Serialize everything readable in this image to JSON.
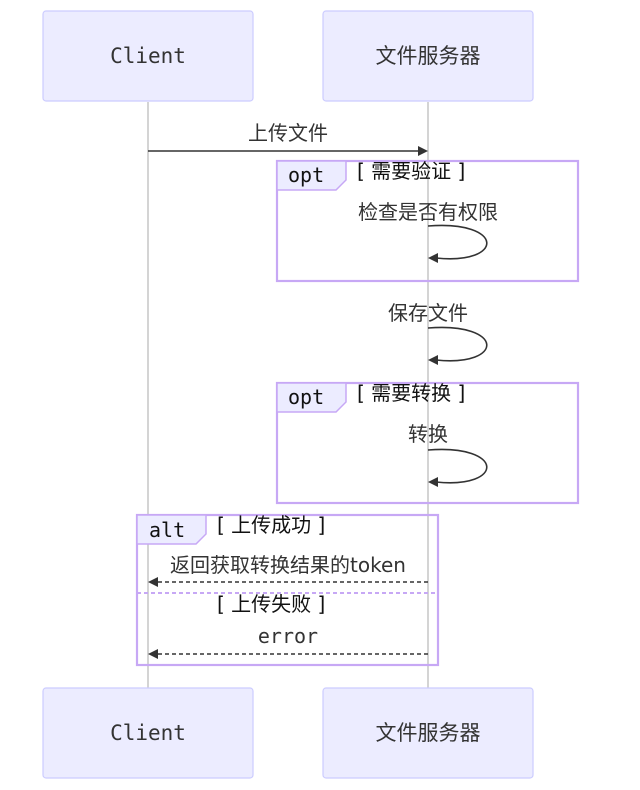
{
  "participants": [
    {
      "id": "client",
      "label": "Client"
    },
    {
      "id": "server",
      "label": "文件服务器"
    }
  ],
  "messages": {
    "upload": "上传文件",
    "check_perm": "检查是否有权限",
    "save": "保存文件",
    "convert": "转换",
    "return_token": "返回获取转换结果的token",
    "error": "error"
  },
  "frames": {
    "opt1": {
      "type": "opt",
      "condition": "[ 需要验证 ]"
    },
    "opt2": {
      "type": "opt",
      "condition": "[ 需要转换 ]"
    },
    "alt": {
      "type": "alt",
      "condition": "[ 上传成功 ]",
      "else_condition": "[ 上传失败 ]"
    }
  },
  "colors": {
    "actor_fill": "#ECECFF",
    "actor_stroke": "#CCCCFF",
    "frame_stroke": "#C7A8F5",
    "line": "#333333"
  }
}
